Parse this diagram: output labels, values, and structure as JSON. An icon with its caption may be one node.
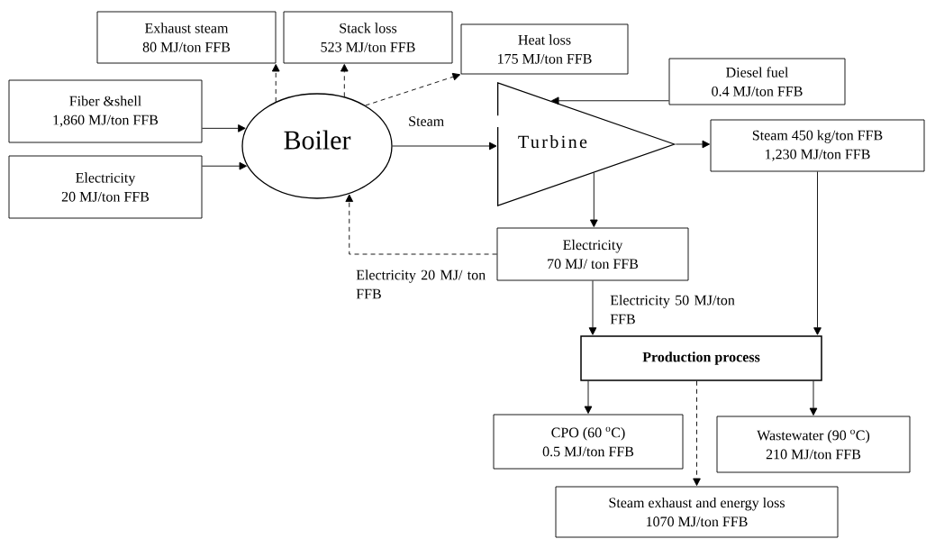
{
  "diagram": {
    "nodes": [
      {
        "text": [
          "Exhaust steam",
          "80 MJ/ton FFB"
        ]
      },
      {
        "text": [
          "Stack loss",
          "523 MJ/ton FFB"
        ]
      },
      {
        "text": [
          "Heat loss",
          "175 MJ/ton FFB"
        ]
      },
      {
        "text": [
          "Diesel fuel",
          "0.4 MJ/ton FFB"
        ]
      },
      {
        "text": [
          "Fiber &shell",
          "1,860 MJ/ton FFB"
        ]
      },
      {
        "text": [
          "Electricity",
          "20 MJ/ton FFB"
        ]
      },
      {
        "text": [
          "Boiler"
        ]
      },
      {
        "text": [
          "Turbine"
        ]
      },
      {
        "text": [
          "Steam 450 kg/ton FFB",
          "1,230 MJ/ton FFB"
        ]
      },
      {
        "text": [
          "Electricity",
          "70 MJ/ ton FFB"
        ]
      },
      {
        "text": [
          "Production process"
        ]
      },
      {
        "text": [
          "CPO (60 $^{o}$C)",
          "0.5  MJ/ton FFB"
        ]
      },
      {
        "text": [
          "Wastewater (90 $^{o}$C)",
          "210 MJ/ton FFB"
        ]
      },
      {
        "text": [
          "Steam exhaust and energy loss",
          "1070 MJ/ton FFB"
        ]
      }
    ],
    "edges": [
      {
        "from": 4,
        "to": 6,
        "arrow": "to"
      },
      {
        "from": 5,
        "to": 6,
        "arrow": "to"
      },
      {
        "from": 6,
        "to": 0,
        "arrow": "to",
        "style": "dashed"
      },
      {
        "from": 6,
        "to": 1,
        "arrow": "to",
        "style": "dashed"
      },
      {
        "from": 6,
        "to": 2,
        "arrow": "to",
        "style": "dashed"
      },
      {
        "from": 6,
        "to": 7,
        "arrow": "to",
        "label": "Steam"
      },
      {
        "from": 3,
        "to": 7,
        "arrow": "to"
      },
      {
        "from": 7,
        "to": 8,
        "arrow": "to"
      },
      {
        "from": 7,
        "to": 9,
        "arrow": "to"
      },
      {
        "from": 9,
        "to": 6,
        "arrow": "to",
        "style": "dashed",
        "label": "Electricity 20 MJ/ ton FFB"
      },
      {
        "from": 9,
        "to": 10,
        "arrow": "to",
        "label": "Electricity 50 MJ/ton FFB"
      },
      {
        "from": 8,
        "to": 10,
        "arrow": "to"
      },
      {
        "from": 10,
        "to": 11,
        "arrow": "to"
      },
      {
        "from": 10,
        "to": 12,
        "arrow": "to"
      },
      {
        "from": 10,
        "to": 13,
        "arrow": "to",
        "style": "dashed"
      }
    ]
  }
}
